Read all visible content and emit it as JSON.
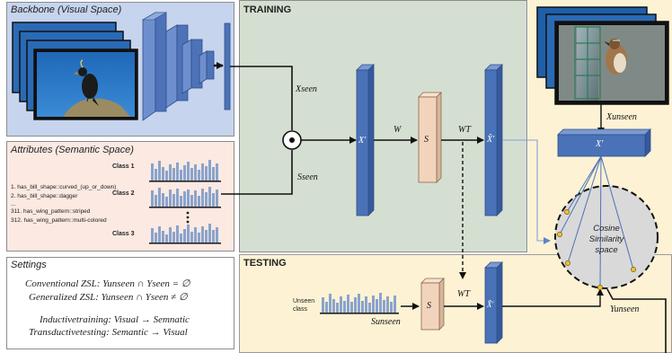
{
  "backbone": {
    "title": "Backbone (Visual Space)"
  },
  "attributes": {
    "title": "Attributes (Semantic Space)",
    "classes": [
      "Class 1",
      "Class 2",
      "Class 3"
    ],
    "items": [
      "1. has_bill_shape::curved_(up_or_down)",
      "2. has_bill_shape::dagger",
      "...",
      "311. has_wing_pattern::striped",
      "312. has_wing_pattern::multi-colored"
    ]
  },
  "settings": {
    "title": "Settings",
    "conventional_label": "Conventional ZSL:",
    "conventional_formula": "Yunseen ∩ Yseen = ∅",
    "generalized_label": "Generalized ZSL:",
    "generalized_formula": "Yunseen ∩ Yseen ≠ ∅",
    "inductive": "Inductivetraining: Visual → Semnatic",
    "transductive": "Transductivetesting: Semantic → Visual"
  },
  "training": {
    "title": "TRAINING",
    "x_seen": "Xseen",
    "s_seen": "Sseen",
    "x_prime": "X′",
    "w": "W",
    "s": "S",
    "w_t": "WT",
    "x_hat": "X̂′"
  },
  "testing": {
    "title": "TESTING",
    "unseen_class": "Unseen class",
    "s_unseen": "Sunseen",
    "s": "S",
    "w_t": "WT",
    "x_hat": "X̂′"
  },
  "right": {
    "x_unseen": "Xunseen",
    "x_prime": "X′",
    "cosine": [
      "Cosine",
      "Similarity",
      "space"
    ],
    "y_unseen": "Yunseen"
  },
  "colors": {
    "training_bg": "#d5dfd1",
    "testing_bg": "#fdf2d4",
    "backbone_bg": "#c6d4ee",
    "attributes_bg": "#fbe9e2",
    "block_blue": "#4a72b8",
    "s_block": "#f2d3bb",
    "bar": "#8aa3cc"
  }
}
